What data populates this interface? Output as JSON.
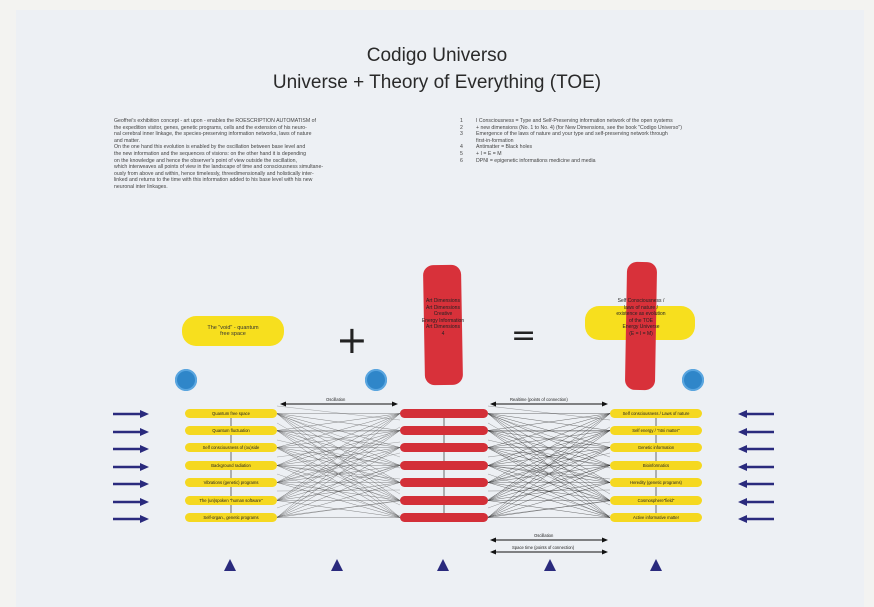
{
  "title": "Codigo Universo",
  "subtitle": "Universe + Theory of Everything (TOE)",
  "intro": [
    "Geoffrei's exhibition concept - art upon - enables the ROESCRIPTION AUTOMATISM of",
    "the expedition visitor, genes, genetic programs, cells and the extension of his neuro-",
    "nal cerebral inner linkage, the species-preserving information networks, laws of nature",
    "and matter.",
    "On the one hand this evolution is enabled by the oscillation between base level and",
    "the new information and the sequences of visions: on the other hand it is depending",
    "on the knowledge and hence the observer's point of view outside the oscillation,",
    "which interweaves all points of view in the landscape of time and consciousness simultane-",
    "ously from above and within, hence timelessly, threedimensionally and holistically inter-",
    "linked and returns to the time with this information added to his base level with his new",
    "neuronal inter linkages."
  ],
  "list": [
    {
      "n": "1",
      "text": "I Consciousness = Type and Self-Preserving information network of the open systems"
    },
    {
      "n": "2",
      "text": "+ new dimensions (No. 1 to No. 4) (for New Dimensions, see the book \"Codigo Universo\")"
    },
    {
      "n": "3",
      "text": "Emergence of the laws of nature and your type and self-preserving network through"
    },
    {
      "n": "",
      "text": "first-in-formation"
    },
    {
      "n": "4",
      "text": "Antimatter = Black holes"
    },
    {
      "n": "5",
      "text": "+ I = E = M"
    },
    {
      "n": "6",
      "text": "DPNI = epigenetic informations medicine and media"
    }
  ],
  "left_blob": "The \"void\" - quantum free space",
  "center_text": [
    "Art Dimensions",
    "Art Dimensions",
    "Creative",
    "Energy Information",
    "Art Dimensions",
    "4"
  ],
  "right_text": [
    "Self Consciousness /",
    "laws of nature /",
    "existence as evolution",
    "of the TOE",
    "Energy Universe",
    "(E = I = M)"
  ],
  "left_column": [
    "Quantum free space",
    "Quantum fluctuation",
    "Self consciousness of (ou)side",
    "Background radiation",
    "Vibrations (genetic) programs",
    "The (un)spoken \"human software\"",
    "Self-organ., genetic programs"
  ],
  "center_column": [
    "",
    "",
    "",
    "",
    "",
    "",
    ""
  ],
  "right_column": [
    "Self consciousness / Laws of nature",
    "Self energy / \"ntni matter\"",
    "Genetic information",
    "Bioinformatics",
    "Heredity (genetic programs)",
    "Cosmosphere\"field\"",
    "Active informative matter"
  ],
  "labels": {
    "oscillation_top": "Oscillation",
    "oscillation_top_right": "Realtime (points of connection)",
    "oscillation_bottom": "Oscillation",
    "bottom_right": "Space time (points of connection)"
  },
  "colors": {
    "yellow": "#f5d820",
    "red": "#d32f38",
    "navy": "#2a2a7d",
    "blue": "#2f86c9"
  }
}
